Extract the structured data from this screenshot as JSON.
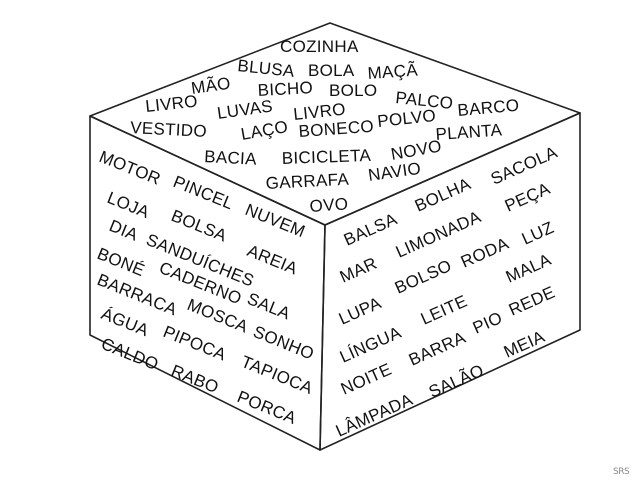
{
  "cube": {
    "top_face": [
      "COZINHA",
      "BLUSA",
      "BOLA",
      "MAÇÃ",
      "MÃO",
      "BICHO",
      "BOLO",
      "PALCO",
      "LIVRO",
      "LUVAS",
      "LIVRO",
      "BARCO",
      "POLVO",
      "VESTIDO",
      "LAÇO",
      "BONECO",
      "PLANTA",
      "BACIA",
      "BICICLETA",
      "NOVO",
      "NAVIO",
      "GARRAFA",
      "OVO"
    ],
    "left_face": [
      "MOTOR",
      "PINCEL",
      "NUVEM",
      "LOJA",
      "BOLSA",
      "DIA",
      "SANDUÍCHES",
      "AREIA",
      "BONÉ",
      "CADERNO",
      "SALA",
      "BARRACA",
      "MOSCA",
      "SONHO",
      "ÁGUA",
      "PIPOCA",
      "TAPIOCA",
      "CALDO",
      "RABO",
      "PORCA"
    ],
    "right_face": [
      "BALSA",
      "BOLHA",
      "SACOLA",
      "MAR",
      "LIMONADA",
      "PEÇA",
      "BOLSO",
      "RODA",
      "LUZ",
      "LUPA",
      "MALA",
      "LÍNGUA",
      "LEITE",
      "REDE",
      "PIO",
      "BARRA",
      "NOITE",
      "MEIA",
      "LÂMPADA",
      "SALÃO"
    ]
  },
  "watermark": "SRS",
  "colors": {
    "ink": "#111111",
    "edge": "#222222",
    "watermark": "#8a8a8a",
    "background": "#ffffff"
  }
}
